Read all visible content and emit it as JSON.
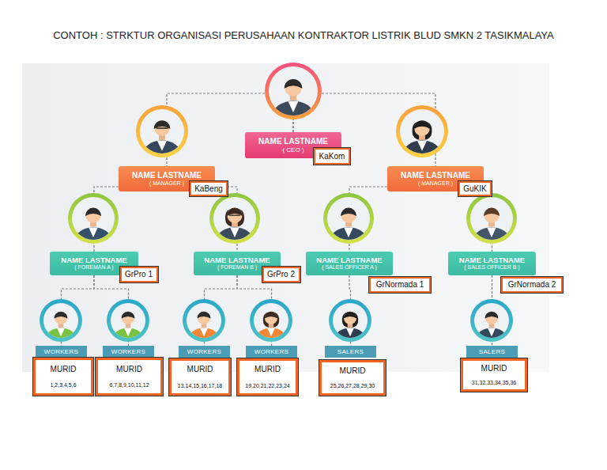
{
  "diagram": {
    "title": "CONTOH : STRKTUR ORGANISASI PERUSAHAAN KONTRAKTOR LISTRIK BLUD SMKN 2 TASIKMALAYA",
    "nodes": [
      {
        "text": [
          "NAME LASTNAME",
          "( CEO )"
        ]
      },
      {
        "text": [
          "KaKom"
        ]
      },
      {
        "text": [
          "NAME LASTNAME",
          "( MANAGER )"
        ]
      },
      {
        "text": [
          "KaBeng"
        ]
      },
      {
        "text": [
          "NAME LASTNAME",
          "( MANAGER )"
        ]
      },
      {
        "text": [
          "GuKIK"
        ]
      },
      {
        "text": [
          "NAME LASTNAME",
          "( FOREMAN A )"
        ]
      },
      {
        "text": [
          "GrPro 1"
        ]
      },
      {
        "text": [
          "NAME LASTNAME",
          "( FOREMAN B )"
        ]
      },
      {
        "text": [
          "GrPro 2"
        ]
      },
      {
        "text": [
          "NAME LASTNAME",
          "( SALES OFFICER A )"
        ]
      },
      {
        "text": [
          "GrNormada 1"
        ]
      },
      {
        "text": [
          "NAME LASTNAME",
          "( SALES OFFICER B )"
        ]
      },
      {
        "text": [
          "GrNormada 2"
        ]
      },
      {
        "text": [
          "WORKERS"
        ]
      },
      {
        "text": [
          "WORKERS"
        ]
      },
      {
        "text": [
          "WORKERS"
        ]
      },
      {
        "text": [
          "WORKERS"
        ]
      },
      {
        "text": [
          "SALERS"
        ]
      },
      {
        "text": [
          "SALERS"
        ]
      },
      {
        "text": [
          "MURID",
          "1,2,3,4,5,6"
        ]
      },
      {
        "text": [
          "MURID",
          "6,7,8,9,10,11,12"
        ]
      },
      {
        "text": [
          "MURID",
          "13,14,15,16,17,18"
        ]
      },
      {
        "text": [
          "MURID",
          "19,20,21,22,23,24"
        ]
      },
      {
        "text": [
          "MURID",
          "25,26,27,28,29,30"
        ]
      },
      {
        "text": [
          "MURID",
          "31,32,33,34,35,36"
        ]
      }
    ],
    "edges": [
      {
        "from": 0,
        "to": 2,
        "arrow": "none"
      },
      {
        "from": 0,
        "to": 4,
        "arrow": "none"
      },
      {
        "from": 2,
        "to": 6,
        "arrow": "none"
      },
      {
        "from": 2,
        "to": 8,
        "arrow": "none"
      },
      {
        "from": 4,
        "to": 10,
        "arrow": "none"
      },
      {
        "from": 4,
        "to": 12,
        "arrow": "none"
      },
      {
        "from": 6,
        "to": 14,
        "arrow": "none"
      },
      {
        "from": 6,
        "to": 15,
        "arrow": "none"
      },
      {
        "from": 8,
        "to": 16,
        "arrow": "none"
      },
      {
        "from": 8,
        "to": 17,
        "arrow": "none"
      },
      {
        "from": 10,
        "to": 18,
        "arrow": "none"
      },
      {
        "from": 12,
        "to": 19,
        "arrow": "none"
      }
    ]
  }
}
